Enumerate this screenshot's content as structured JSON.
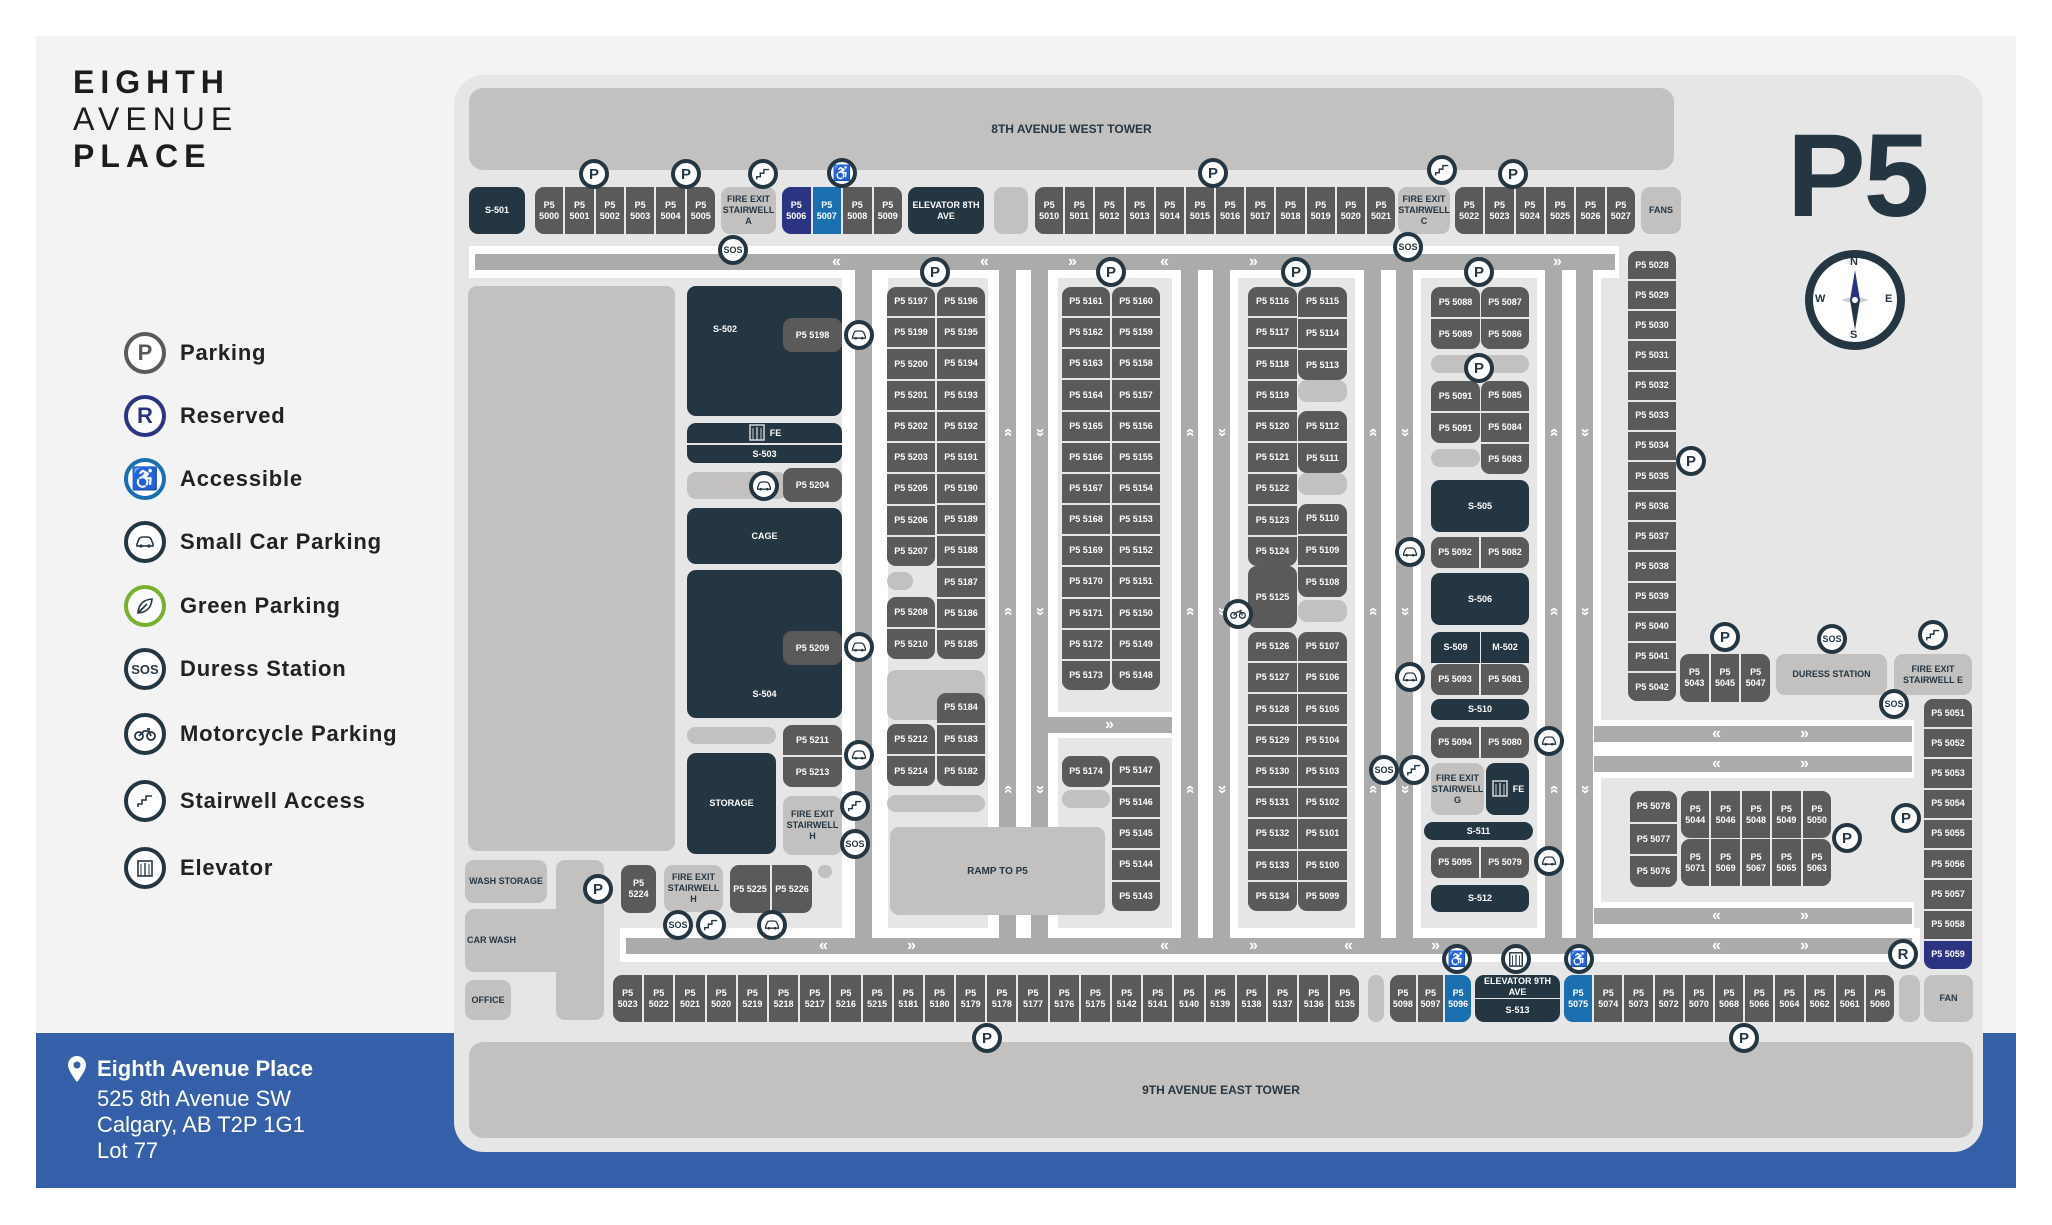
{
  "logo": {
    "line1": "EIGHTH",
    "line2": "AVENUE",
    "line3": "PLACE"
  },
  "level": "P5",
  "compass": {
    "n": "N",
    "e": "E",
    "s": "S",
    "w": "W"
  },
  "legend": [
    {
      "icon": "parking",
      "glyph": "P",
      "label": "Parking",
      "color": "#5a5a5a"
    },
    {
      "icon": "reserved",
      "glyph": "R",
      "label": "Reserved",
      "color": "#2b3480"
    },
    {
      "icon": "accessible",
      "glyph": "♿",
      "label": "Accessible",
      "color": "#1a6fb0"
    },
    {
      "icon": "small-car",
      "glyph": "car",
      "label": "Small Car Parking",
      "color": "#253643"
    },
    {
      "icon": "green",
      "glyph": "leaf",
      "label": "Green Parking",
      "color": "#7ab030"
    },
    {
      "icon": "sos",
      "glyph": "SOS",
      "label": "Duress Station",
      "color": "#253643"
    },
    {
      "icon": "motorcycle",
      "glyph": "moto",
      "label": "Motorcycle Parking",
      "color": "#253643"
    },
    {
      "icon": "stairs",
      "glyph": "stairs",
      "label": "Stairwell Access",
      "color": "#253643"
    },
    {
      "icon": "elevator",
      "glyph": "elev",
      "label": "Elevator",
      "color": "#253643"
    }
  ],
  "address": {
    "name": "Eighth Avenue Place",
    "street": "525 8th Avenue SW",
    "city": "Calgary, AB T2P 1G1",
    "lot": "Lot 77"
  },
  "towers": {
    "north": "8TH AVENUE WEST TOWER",
    "south": "9TH AVENUE EAST TOWER"
  },
  "areas": {
    "s501": "S-501",
    "fire_exit_a": "FIRE EXIT STAIRWELL A",
    "elevator_8th": "ELEVATOR 8TH AVE",
    "fire_exit_c": "FIRE EXIT STAIRWELL C",
    "fans": "FANS",
    "s502": "S-502",
    "fe_left": "FE",
    "s503": "S-503",
    "cage": "CAGE",
    "s504": "S-504",
    "storage": "STORAGE",
    "fire_exit_h_right": "FIRE EXIT STAIRWELL H",
    "wash_storage": "WASH STORAGE",
    "car_wash": "CAR WASH",
    "office": "OFFICE",
    "fire_exit_h_bottom": "FIRE EXIT STAIRWELL H",
    "ramp": "RAMP TO P5",
    "s505": "S-505",
    "s506": "S-506",
    "s509": "S-509",
    "m502": "M-502",
    "s510": "S-510",
    "fire_exit_g": "FIRE EXIT STAIRWELL G",
    "fe_g": "FE",
    "s511": "S-511",
    "s512": "S-512",
    "duress": "DURESS STATION",
    "fire_exit_e": "FIRE EXIT STAIRWELL E",
    "elevator_9th": "ELEVATOR 9TH AVE",
    "s513": "S-513",
    "fan": "FAN"
  },
  "special_stalls": {
    "reserved": [
      "P5 5006",
      "P5 5059"
    ],
    "accessible": [
      "P5 5007",
      "P5 5096",
      "P5 5075"
    ]
  },
  "stall_groups": {
    "top_a": [
      "P5 5000",
      "P5 5001",
      "P5 5002",
      "P5 5003",
      "P5 5004",
      "P5 5005"
    ],
    "top_b": [
      "P5 5006",
      "P5 5007",
      "P5 5008",
      "P5 5009"
    ],
    "top_c": [
      "P5 5010",
      "P5 5011",
      "P5 5012",
      "P5 5013",
      "P5 5014",
      "P5 5015",
      "P5 5016",
      "P5 5017",
      "P5 5018",
      "P5 5019",
      "P5 5020",
      "P5 5021"
    ],
    "top_d": [
      "P5 5022",
      "P5 5023",
      "P5 5024",
      "P5 5025",
      "P5 5026",
      "P5 5027"
    ],
    "left_5198": [
      "P5 5198"
    ],
    "left_5204": [
      "P5 5204"
    ],
    "left_5209": [
      "P5 5209"
    ],
    "left_5211": [
      "P5 5211",
      "P5 5213"
    ],
    "left_5224": [
      "P5 5224"
    ],
    "left_5225": [
      "P5 5225",
      "P5 5226"
    ],
    "c1_left_a": [
      "P5 5197",
      "P5 5199",
      "P5 5200",
      "P5 5201",
      "P5 5202",
      "P5 5203",
      "P5 5205",
      "P5 5206",
      "P5 5207"
    ],
    "c1_right_a": [
      "P5 5196",
      "P5 5195",
      "P5 5194",
      "P5 5193",
      "P5 5192",
      "P5 5191",
      "P5 5190",
      "P5 5189",
      "P5 5188",
      "P5 5187",
      "P5 5186",
      "P5 5185"
    ],
    "c1_left_b": [
      "P5 5208",
      "P5 5210"
    ],
    "c1_right_b": [
      "P5 5184",
      "P5 5183",
      "P5 5182"
    ],
    "c1_left_c": [
      "P5 5212",
      "P5 5214"
    ],
    "c2_left": [
      "P5 5161",
      "P5 5162",
      "P5 5163",
      "P5 5164",
      "P5 5165",
      "P5 5166",
      "P5 5167",
      "P5 5168",
      "P5 5169",
      "P5 5170",
      "P5 5171",
      "P5 5172",
      "P5 5173"
    ],
    "c2_right": [
      "P5 5160",
      "P5 5159",
      "P5 5158",
      "P5 5157",
      "P5 5156",
      "P5 5155",
      "P5 5154",
      "P5 5153",
      "P5 5152",
      "P5 5151",
      "P5 5150",
      "P5 5149",
      "P5 5148"
    ],
    "c2_left_b": [
      "P5 5174"
    ],
    "c2_right_b": [
      "P5 5147",
      "P5 5146",
      "P5 5145",
      "P5 5144",
      "P5 5143"
    ],
    "c3_left_a": [
      "P5 5116",
      "P5 5117",
      "P5 5118",
      "P5 5119",
      "P5 5120",
      "P5 5121",
      "P5 5122",
      "P5 5123",
      "P5 5124"
    ],
    "c3_left_5125": [
      "P5 5125"
    ],
    "c3_left_b": [
      "P5 5126",
      "P5 5127",
      "P5 5128",
      "P5 5129",
      "P5 5130",
      "P5 5131",
      "P5 5132",
      "P5 5133",
      "P5 5134"
    ],
    "c3_right_a": [
      "P5 5115",
      "P5 5114",
      "P5 5113"
    ],
    "c3_right_b": [
      "P5 5112",
      "P5 5111"
    ],
    "c3_right_c": [
      "P5 5110",
      "P5 5109",
      "P5 5108"
    ],
    "c3_right_d": [
      "P5 5107",
      "P5 5106",
      "P5 5105",
      "P5 5104",
      "P5 5103",
      "P5 5102",
      "P5 5101",
      "P5 5100",
      "P5 5099"
    ],
    "c4_a_left": [
      "P5 5088",
      "P5 5089"
    ],
    "c4_a_right": [
      "P5 5087",
      "P5 5086"
    ],
    "c4_b_left": [
      "P5 5091",
      "P5 5091"
    ],
    "c4_b_right": [
      "P5 5085",
      "P5 5084",
      "P5 5083"
    ],
    "c4_c": [
      "P5 5092",
      "P5 5082"
    ],
    "c4_d": [
      "P5 5093",
      "P5 5081"
    ],
    "c4_e": [
      "P5 5094",
      "P5 5080"
    ],
    "c4_f": [
      "P5 5095",
      "P5 5079"
    ],
    "right_col": [
      "P5 5028",
      "P5 5029",
      "P5 5030",
      "P5 5031",
      "P5 5032",
      "P5 5033",
      "P5 5034",
      "P5 5035",
      "P5 5036",
      "P5 5037",
      "P5 5038",
      "P5 5039",
      "P5 5040",
      "P5 5041",
      "P5 5042"
    ],
    "right_small": [
      "P5 5043",
      "P5 5045",
      "P5 5047"
    ],
    "right_col_b": [
      "P5 5051",
      "P5 5052",
      "P5 5053",
      "P5 5054",
      "P5 5055",
      "P5 5056",
      "P5 5057",
      "P5 5058",
      "P5 5059"
    ],
    "right_5078": [
      "P5 5078",
      "P5 5077",
      "P5 5076"
    ],
    "right_mid_top": [
      "P5 5044",
      "P5 5046",
      "P5 5048",
      "P5 5049",
      "P5 5050"
    ],
    "right_mid_bottom": [
      "P5 5071",
      "P5 5069",
      "P5 5067",
      "P5 5065",
      "P5 5063"
    ],
    "bottom_a": [
      "P5 5023",
      "P5 5022",
      "P5 5021",
      "P5 5020",
      "P5 5219",
      "P5 5218",
      "P5 5217",
      "P5 5216",
      "P5 5215",
      "P5 5181",
      "P5 5180",
      "P5 5179",
      "P5 5178",
      "P5 5177",
      "P5 5176",
      "P5 5175",
      "P5 5142",
      "P5 5141",
      "P5 5140",
      "P5 5139",
      "P5 5138",
      "P5 5137",
      "P5 5136",
      "P5 5135"
    ],
    "bottom_b": [
      "P5 5098",
      "P5 5097",
      "P5 5096"
    ],
    "bottom_c": [
      "P5 5075",
      "P5 5074",
      "P5 5073",
      "P5 5072",
      "P5 5070",
      "P5 5068",
      "P5 5066",
      "P5 5064",
      "P5 5062",
      "P5 5061",
      "P5 5060"
    ]
  },
  "road_arrows": {
    "left": "«",
    "right": "»"
  },
  "pins": [
    "parking",
    "parking",
    "stairs",
    "accessible",
    "sos",
    "parking",
    "stairs",
    "parking",
    "sos",
    "parking",
    "parking",
    "parking",
    "parking",
    "parking",
    "small-car",
    "small-car",
    "small-car",
    "small-car",
    "stairs",
    "sos",
    "motorcycle",
    "small-car",
    "small-car",
    "small-car",
    "sos",
    "stairs",
    "small-car",
    "parking",
    "parking",
    "sos",
    "stairs",
    "sos",
    "parking",
    "parking",
    "reserved",
    "parking",
    "sos",
    "stairs",
    "small-car",
    "parking",
    "accessible",
    "elevator",
    "accessible",
    "parking"
  ],
  "colors": {
    "stall": "#5a5a5a",
    "dark": "#253643",
    "light": "#c2c1bf",
    "reserved": "#2b3480",
    "accessible": "#1a6fb0",
    "band": "#3560a9"
  }
}
